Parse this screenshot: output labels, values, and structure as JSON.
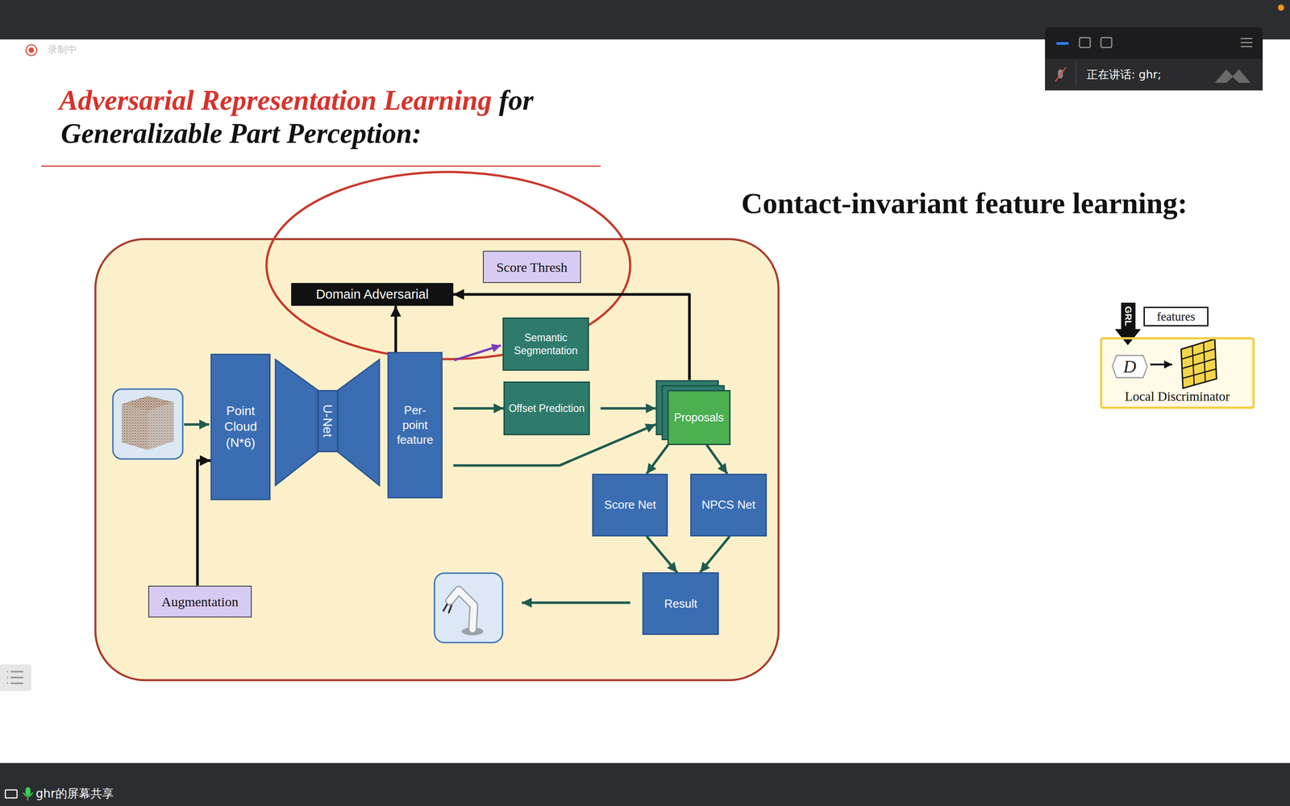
{
  "diagram": {
    "title": "Adversarial Representation Learning",
    "nodes": [
      {
        "text": [
          "Score Thresh"
        ]
      },
      {
        "text": [
          "Domain Adversarial"
        ]
      },
      {
        "text": [
          "Point Cloud (N*6)"
        ]
      },
      {
        "text": [
          "U-Net"
        ]
      },
      {
        "text": [
          "Per-point feature"
        ]
      },
      {
        "text": [
          "Semantic Segmentation"
        ]
      },
      {
        "text": [
          "Offset Prediction"
        ]
      },
      {
        "text": [
          "Proposals"
        ]
      },
      {
        "text": [
          "Score Net"
        ]
      },
      {
        "text": [
          "NPCS Net"
        ]
      },
      {
        "text": [
          "Result"
        ]
      },
      {
        "text": [
          "Augmentation"
        ]
      },
      {
        "text": [
          "features"
        ]
      },
      {
        "text": [
          "Local Discriminator"
        ]
      },
      {
        "text": [
          "D"
        ],
        "in": 13
      }
    ],
    "edges": [
      {
        "from": 11,
        "to": 2,
        "arrow": "to"
      },
      {
        "from": 4,
        "to": 1,
        "arrow": "to"
      },
      {
        "from": 7,
        "to": 1,
        "arrow": "to"
      },
      {
        "from": 4,
        "to": 5,
        "arrow": "to"
      },
      {
        "from": 4,
        "to": 6,
        "arrow": "to"
      },
      {
        "from": 6,
        "to": 7,
        "arrow": "to"
      },
      {
        "from": 4,
        "to": 7,
        "arrow": "to"
      },
      {
        "from": 7,
        "to": 8,
        "arrow": "to"
      },
      {
        "from": 7,
        "to": 9,
        "arrow": "to"
      },
      {
        "from": 8,
        "to": 10,
        "arrow": "to"
      },
      {
        "from": 9,
        "to": 10,
        "arrow": "to"
      }
    ],
    "labels": [
      "for",
      "Generalizable Part Perception:",
      "Contact-invariant feature learning:",
      "GRL",
      "录制中",
      "正在讲话: ghr;",
      "ghr的屏幕共享"
    ]
  }
}
